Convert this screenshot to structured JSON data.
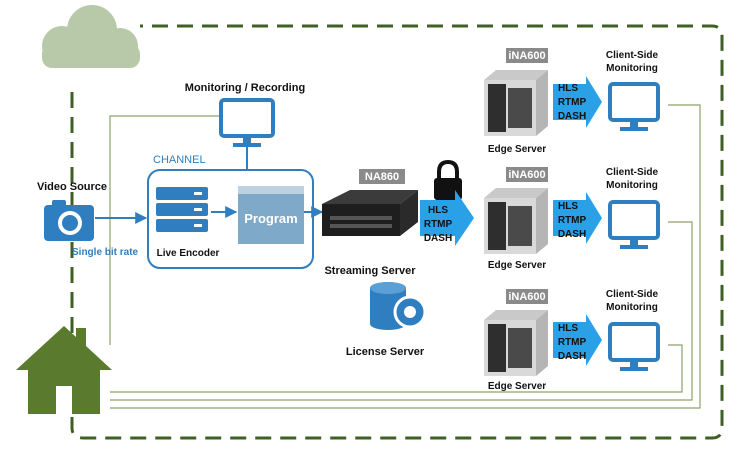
{
  "monitoring_recording": "Monitoring / Recording",
  "channel": "CHANNEL",
  "video_source": "Video Source",
  "single_bit_rate": "Single bit rate",
  "live_encoder": "Live Encoder",
  "program": "Program",
  "na860": "NA860",
  "streaming_server": "Streaming Server",
  "license_server": "License Server",
  "protocol_main": [
    "HLS",
    "RTMP",
    "DASH"
  ],
  "edge_rows": [
    {
      "badge": "iNA600",
      "edge_label": "Edge Server",
      "protocols": [
        "HLS",
        "RTMP",
        "DASH"
      ],
      "client_line1": "Client-Side",
      "client_line2": "Monitoring"
    },
    {
      "badge": "iNA600",
      "edge_label": "Edge Server",
      "protocols": [
        "HLS",
        "RTMP",
        "DASH"
      ],
      "client_line1": "Client-Side",
      "client_line2": "Monitoring"
    },
    {
      "badge": "iNA600",
      "edge_label": "Edge Server",
      "protocols": [
        "HLS",
        "RTMP",
        "DASH"
      ],
      "client_line1": "Client-Side",
      "client_line2": "Monitoring"
    }
  ],
  "colors": {
    "green": "#5a7a2e",
    "green_light": "#8aa56a",
    "blue": "#2f7fc0",
    "cloud": "#b7c9a8"
  }
}
